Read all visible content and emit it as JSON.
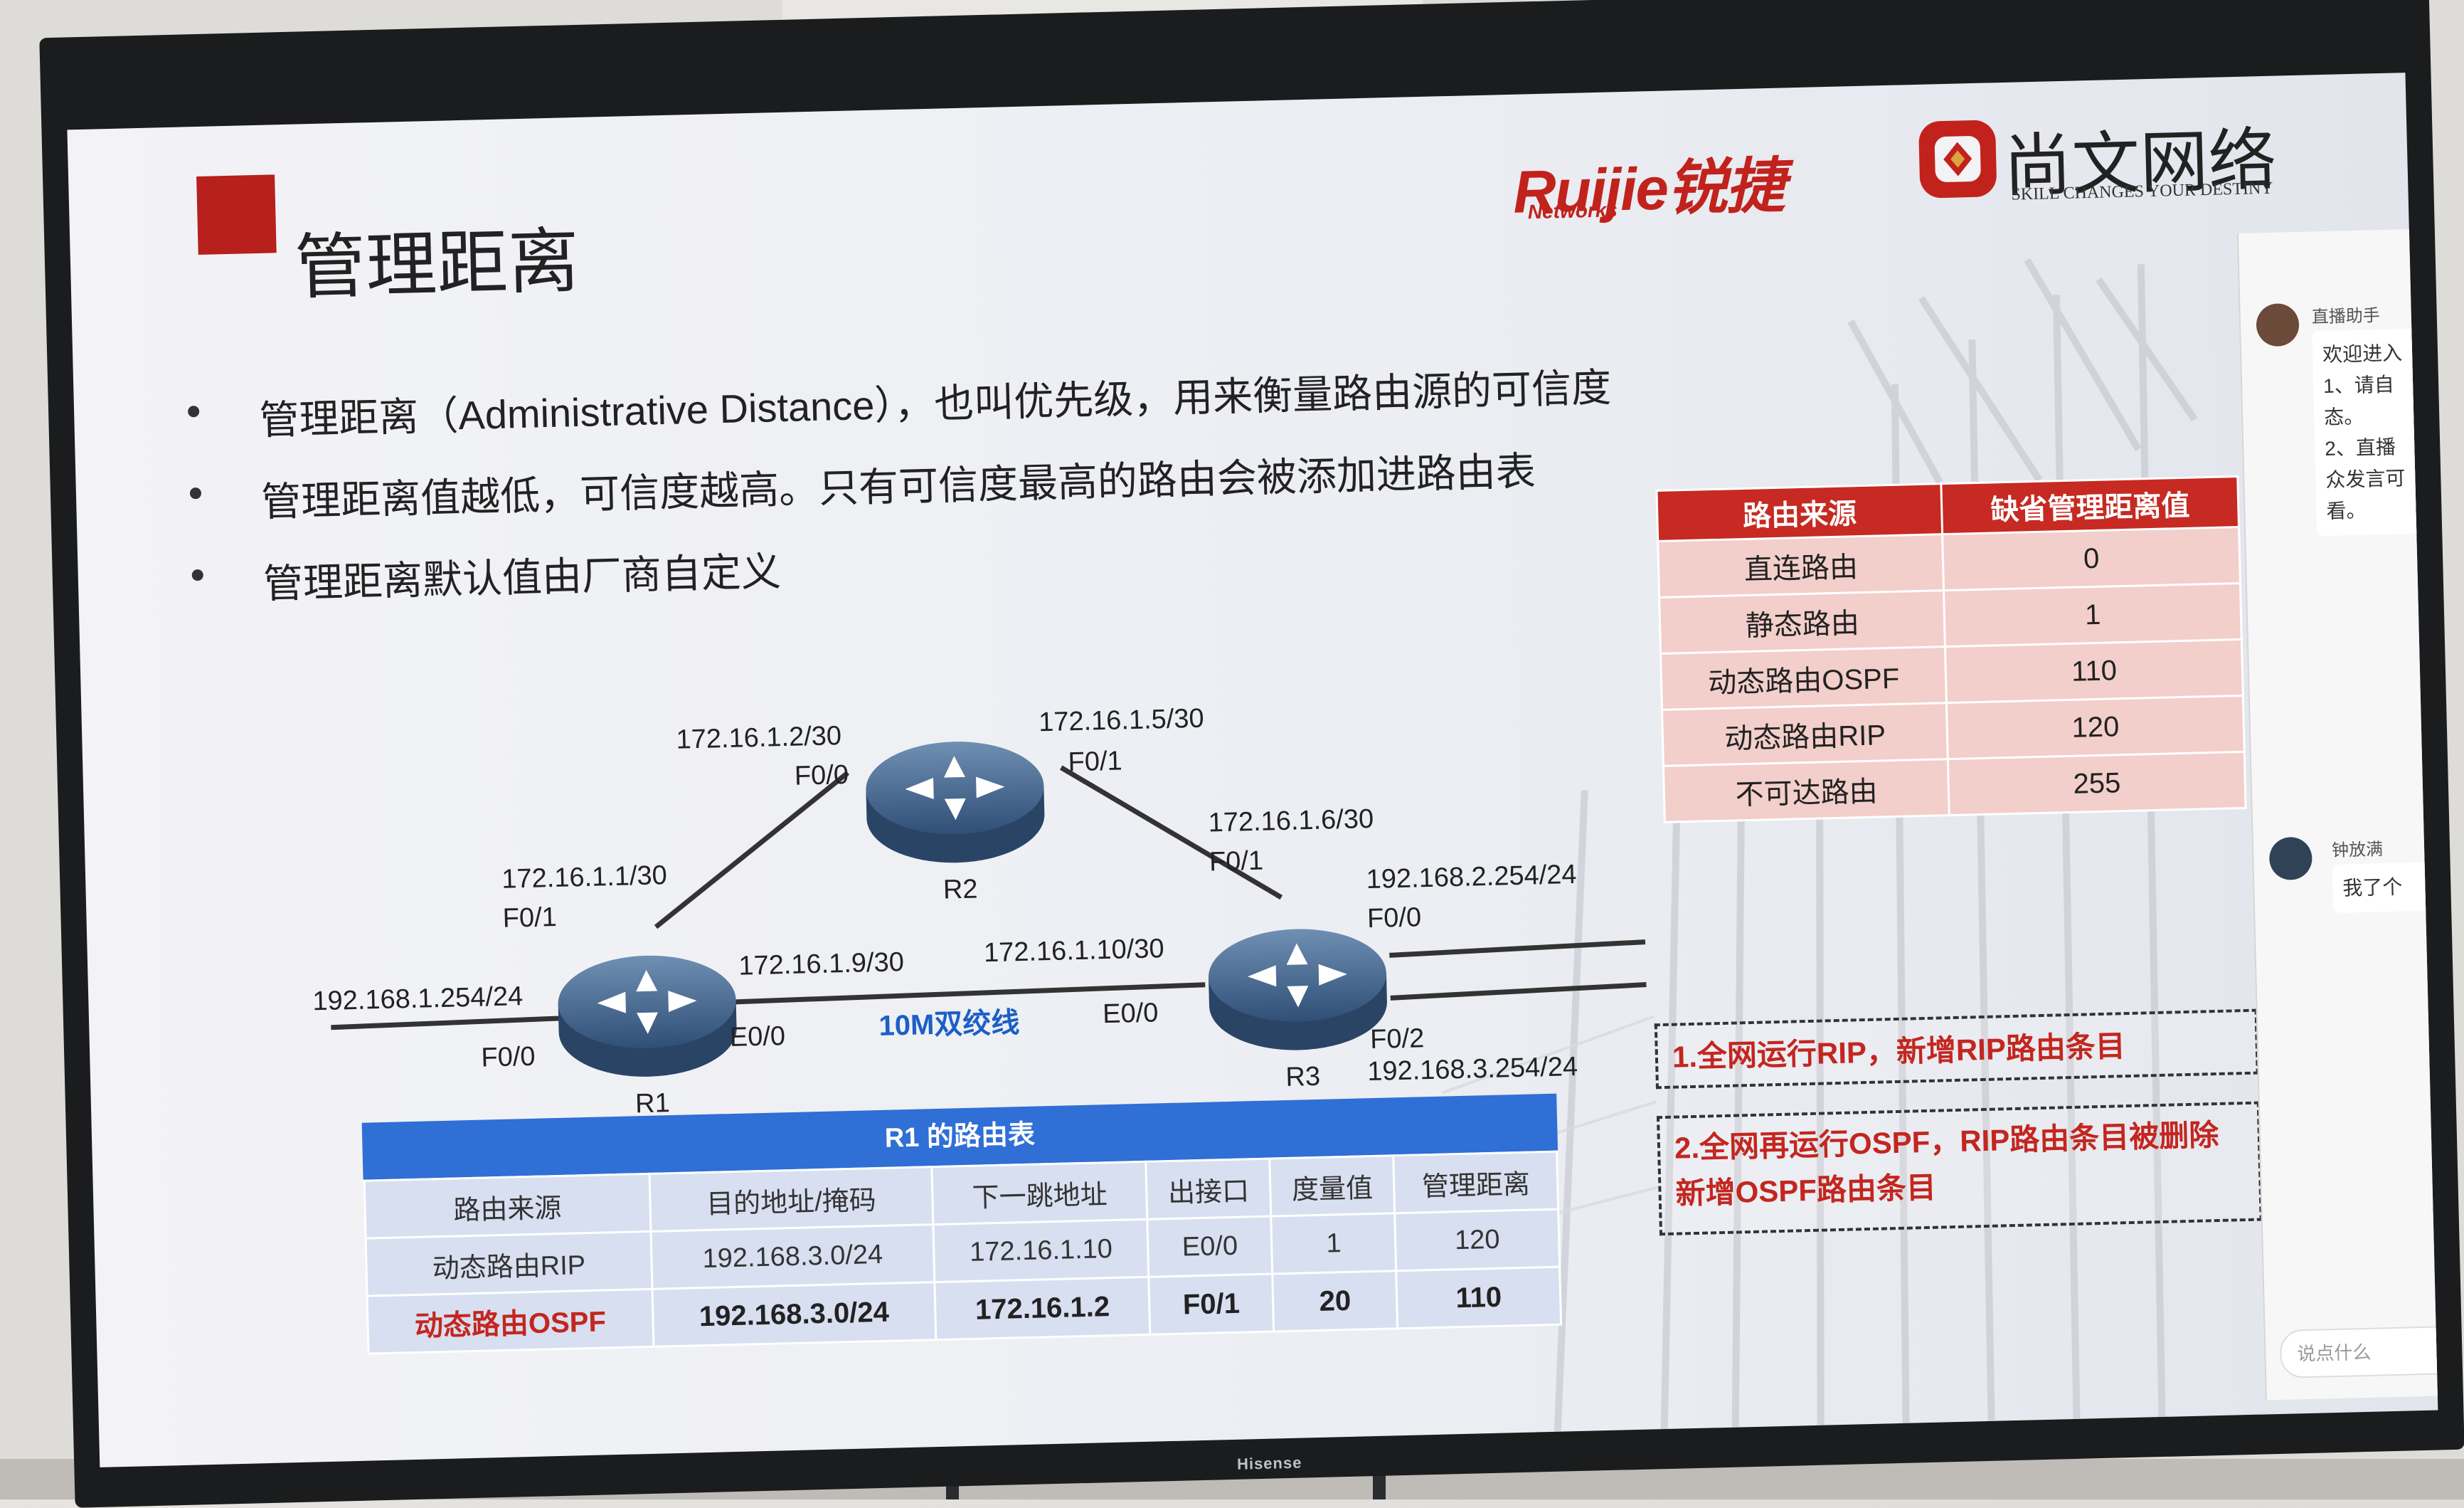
{
  "slide": {
    "title": "管理距离",
    "logo_ruijie": "Ruijie锐捷",
    "logo_ruijie_sub": "Networks",
    "logo_shangwen": "尚文网络",
    "logo_shangwen_sub": "SKILL CHANGES YOUR DESTINY",
    "bullets": [
      "管理距离（Administrative Distance），也叫优先级，用来衡量路由源的可信度",
      "管理距离值越低，可信度越高。只有可信度最高的路由会被添加进路由表",
      "管理距离默认值由厂商自定义"
    ]
  },
  "network": {
    "routers": [
      "R1",
      "R2",
      "R3"
    ],
    "labels": {
      "r2_left_ip": "172.16.1.2/30",
      "r2_left_if": "F0/0",
      "r2_right_ip": "172.16.1.5/30",
      "r2_right_if": "F0/1",
      "r1_top_ip": "172.16.1.1/30",
      "r1_top_if": "F0/1",
      "r1_left_ip": "192.168.1.254/24",
      "r1_left_if": "F0/0",
      "r1_right_ip": "172.16.1.9/30",
      "r1_right_if": "E0/0",
      "link_label": "10M双绞线",
      "r3_left_ip": "172.16.1.10/30",
      "r3_left_if": "E0/0",
      "r3_top_ip": "172.16.1.6/30",
      "r3_top_if": "F0/1",
      "r3_f00_ip": "192.168.2.254/24",
      "r3_f00_if": "F0/0",
      "r3_f02_if": "F0/2",
      "r3_f02_ip": "192.168.3.254/24"
    }
  },
  "ad_table": {
    "headers": [
      "路由来源",
      "缺省管理距离值"
    ],
    "rows": [
      [
        "直连路由",
        "0"
      ],
      [
        "静态路由",
        "1"
      ],
      [
        "动态路由OSPF",
        "110"
      ],
      [
        "动态路由RIP",
        "120"
      ],
      [
        "不可达路由",
        "255"
      ]
    ]
  },
  "route_table": {
    "title": "R1 的路由表",
    "headers": [
      "路由来源",
      "目的地址/掩码",
      "下一跳地址",
      "出接口",
      "度量值",
      "管理距离"
    ],
    "rows": [
      [
        "动态路由RIP",
        "192.168.3.0/24",
        "172.16.1.10",
        "E0/0",
        "1",
        "120"
      ],
      [
        "动态路由OSPF",
        "192.168.3.0/24",
        "172.16.1.2",
        "F0/1",
        "20",
        "110"
      ]
    ]
  },
  "notes": {
    "note1": "1.全网运行RIP，新增RIP路由条目",
    "note2_line1": "2.全网再运行OSPF，RIP路由条目被删除",
    "note2_line2": "新增OSPF路由条目"
  },
  "chat": {
    "user1": "直播助手",
    "msg1_lines": [
      "欢迎进入",
      "1、请自",
      "态。",
      "2、直播",
      "众发言可",
      "看。"
    ],
    "user2": "钟放满",
    "msg2": "我了个",
    "input_placeholder": "说点什么"
  },
  "tv_brand": "Hisense",
  "colors": {
    "accent_red": "#c62a22",
    "table_blue": "#2f6fd6",
    "link_blue": "#1b5fc7"
  }
}
